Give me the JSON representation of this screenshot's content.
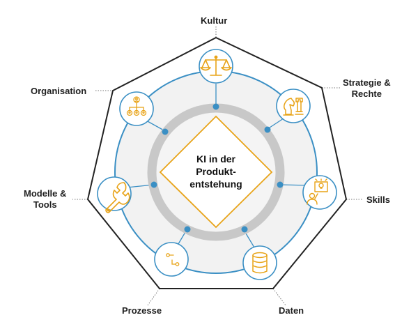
{
  "center": {
    "line1": "KI in der",
    "line2": "Produkt-",
    "line3": "entstehung"
  },
  "labels": {
    "kultur": "Kultur",
    "strategie_line1": "Strategie &",
    "strategie_line2": "Rechte",
    "skills": "Skills",
    "daten": "Daten",
    "prozesse": "Prozesse",
    "modelle_line1": "Modelle &",
    "modelle_line2": "Tools",
    "organisation": "Organisation"
  },
  "icons": {
    "kultur": "scales-icon",
    "strategie": "chess-pieces-icon",
    "skills": "presenter-lightbulb-icon",
    "daten": "database-icon",
    "prozesse": "process-flow-icon",
    "modelle": "wrench-icon",
    "organisation": "org-chart-icon"
  },
  "colors": {
    "accent": "#e8a317",
    "ring": "#3a8fc4",
    "gray_ring": "#c8c8c8",
    "outline": "#222222"
  }
}
